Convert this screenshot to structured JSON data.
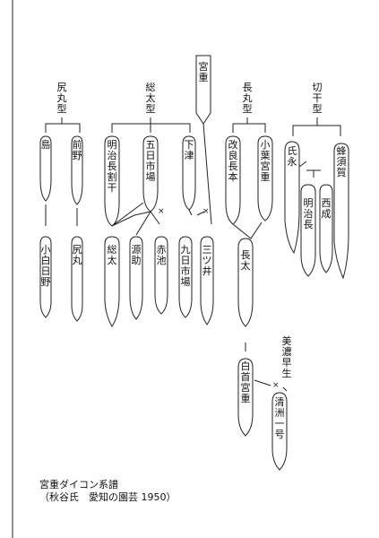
{
  "diagram": {
    "groups": {
      "shirimaru": "尻丸型",
      "souta": "総太型",
      "nagamaru": "長丸型",
      "kiriboshi": "切干型"
    },
    "varieties": {
      "miyashige": "宮重",
      "shima": "島",
      "maeno": "前野",
      "meiji_nagawari": "明治長割干",
      "itsuka_ichiba": "五日市場",
      "shimotsu": "下津",
      "kairyo_nagamoto": "改良長本",
      "kowa_miyashige": "小葉宮重",
      "ujinaga": "氏永",
      "hachisuka": "蜂須賀",
      "meijinaga": "明治長",
      "nishinari": "西成",
      "koshiro_hino": "小白日野",
      "shirimaru": "尻丸",
      "souta": "総太",
      "gensuke": "源助",
      "akaike": "赤池",
      "kokonoka_ichiba": "九日市場",
      "mitsui": "三ツ井",
      "nagabuto": "長太",
      "shirokubi_miyashige": "白首宮重",
      "mino_wase": "美濃早生",
      "kiyosu_ichigo": "清洲一号"
    },
    "cross_marks": [
      "×",
      "×",
      "×"
    ],
    "caption_line1": "宮重ダイコン系譜",
    "caption_line2": "（秋谷氏　愛知の園芸 1950）"
  }
}
